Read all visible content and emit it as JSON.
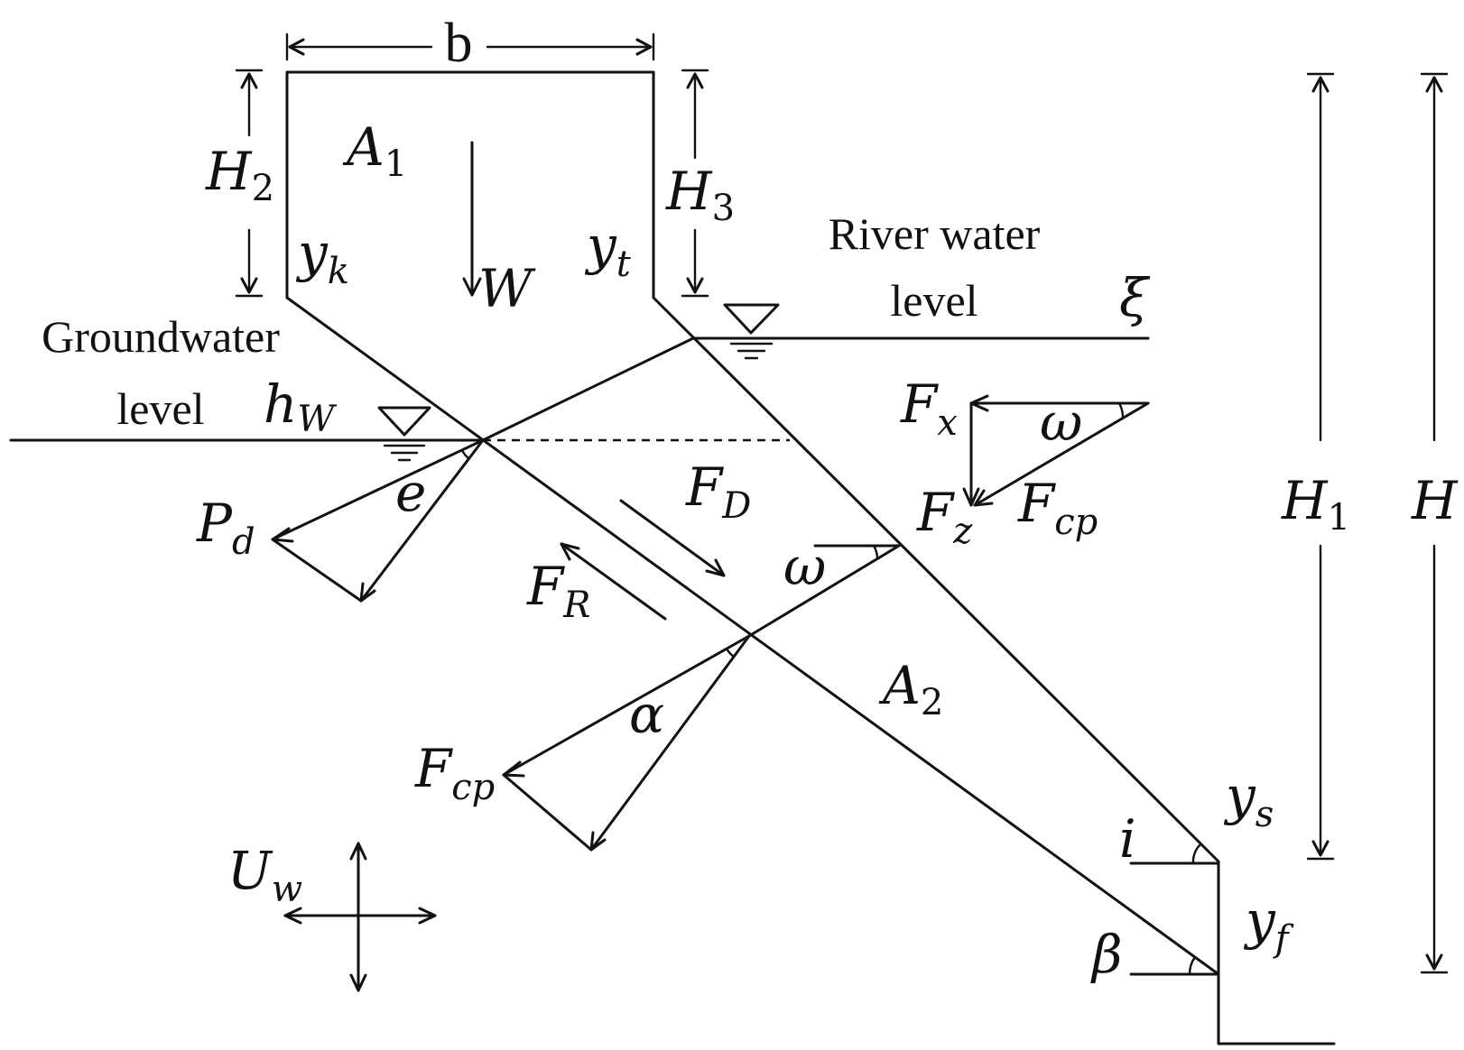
{
  "labels": {
    "b": "b",
    "H2": {
      "main": "H",
      "sub": "2"
    },
    "H3": {
      "main": "H",
      "sub": "3"
    },
    "H1": {
      "main": "H",
      "sub": "1"
    },
    "H": "H",
    "A1": {
      "main": "A",
      "sub": "1"
    },
    "A2": {
      "main": "A",
      "sub": "2"
    },
    "W": "W",
    "yk": {
      "main": "y",
      "sub": "k"
    },
    "yt": {
      "main": "y",
      "sub": "t"
    },
    "ys": {
      "main": "y",
      "sub": "s"
    },
    "yf": {
      "main": "y",
      "sub": "f"
    },
    "river_line1": "River water",
    "river_line2": "level",
    "ground_line1": "Groundwater",
    "ground_line2": "level",
    "hW": {
      "main": "h",
      "sub": "W"
    },
    "xi": "ξ",
    "Fx": {
      "main": "F",
      "sub": "x"
    },
    "Fz": {
      "main": "F",
      "sub": "z"
    },
    "Fcp_top": {
      "main": "F",
      "sub": "cp"
    },
    "Fcp_bottom": {
      "main": "F",
      "sub": "cp"
    },
    "omega_top": "ω",
    "omega_mid": "ω",
    "FD": {
      "main": "F",
      "sub": "D"
    },
    "FR": {
      "main": "F",
      "sub": "R"
    },
    "Pd": {
      "main": "P",
      "sub": "d"
    },
    "e": "e",
    "alpha": "α",
    "Uw": {
      "main": "U",
      "sub": "w"
    },
    "i": "i",
    "beta": "β"
  }
}
